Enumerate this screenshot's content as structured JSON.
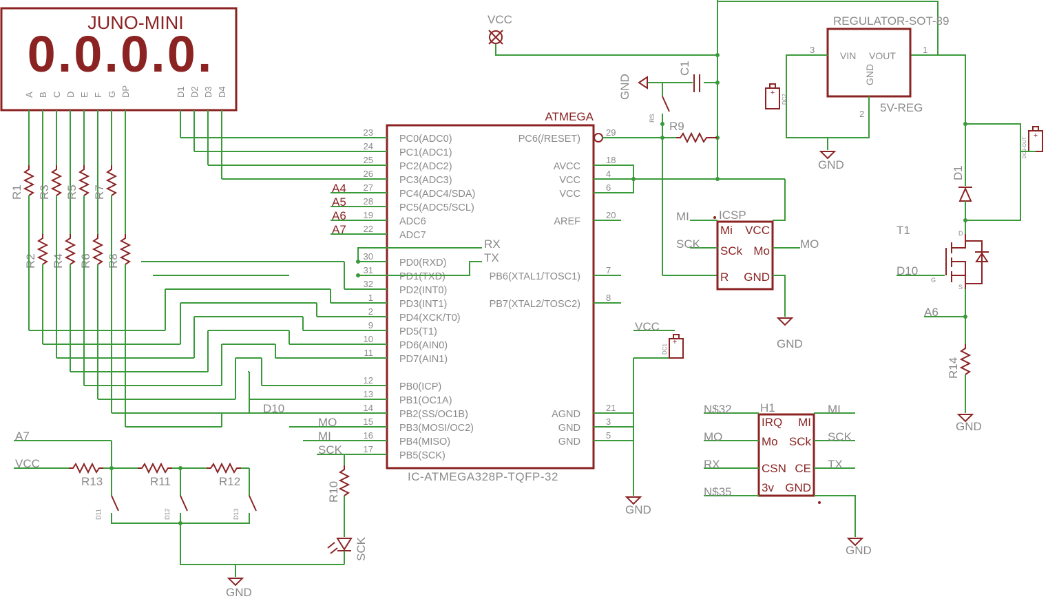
{
  "display": {
    "title": "JUNO-MINI",
    "digits": "0.0.0.0.",
    "pins": [
      "A",
      "B",
      "C",
      "D",
      "E",
      "F",
      "G",
      "DP",
      "D1",
      "D2",
      "D3",
      "D4"
    ]
  },
  "mcu": {
    "name": "ATMEGA",
    "value": "IC-ATMEGA328P-TQFP-32",
    "left_pins": [
      {
        "num": "23",
        "name": "PC0(ADC0)"
      },
      {
        "num": "24",
        "name": "PC1(ADC1)"
      },
      {
        "num": "25",
        "name": "PC2(ADC2)"
      },
      {
        "num": "26",
        "name": "PC3(ADC3)"
      },
      {
        "num": "27",
        "name": "PC4(ADC4/SDA)"
      },
      {
        "num": "28",
        "name": "PC5(ADC5/SCL)"
      },
      {
        "num": "19",
        "name": "ADC6"
      },
      {
        "num": "22",
        "name": "ADC7"
      },
      {
        "num": "30",
        "name": "PD0(RXD)"
      },
      {
        "num": "31",
        "name": "PD1(TXD)"
      },
      {
        "num": "32",
        "name": "PD2(INT0)"
      },
      {
        "num": "1",
        "name": "PD3(INT1)"
      },
      {
        "num": "2",
        "name": "PD4(XCK/T0)"
      },
      {
        "num": "9",
        "name": "PD5(T1)"
      },
      {
        "num": "10",
        "name": "PD6(AIN0)"
      },
      {
        "num": "11",
        "name": "PD7(AIN1)"
      },
      {
        "num": "12",
        "name": "PB0(ICP)"
      },
      {
        "num": "13",
        "name": "PB1(OC1A)"
      },
      {
        "num": "14",
        "name": "PB2(SS/OC1B)"
      },
      {
        "num": "15",
        "name": "PB3(MOSI/OC2)"
      },
      {
        "num": "16",
        "name": "PB4(MISO)"
      },
      {
        "num": "17",
        "name": "PB5(SCK)"
      }
    ],
    "right_pins": [
      {
        "num": "29",
        "name": "PC6(/RESET)"
      },
      {
        "num": "18",
        "name": "AVCC"
      },
      {
        "num": "4",
        "name": "VCC"
      },
      {
        "num": "6",
        "name": "VCC"
      },
      {
        "num": "20",
        "name": "AREF"
      },
      {
        "num": "7",
        "name": "PB6(XTAL1/TOSC1)"
      },
      {
        "num": "8",
        "name": "PB7(XTAL2/TOSC2)"
      },
      {
        "num": "21",
        "name": "AGND"
      },
      {
        "num": "3",
        "name": "GND"
      },
      {
        "num": "5",
        "name": "GND"
      }
    ]
  },
  "nets": {
    "a4": "A4",
    "a5": "A5",
    "a6": "A6",
    "a7": "A7",
    "rx": "RX",
    "tx": "TX",
    "d10": "D10",
    "mo": "MO",
    "mi": "MI",
    "sck": "SCK",
    "vcc": "VCC",
    "gnd": "GND",
    "n32": "N$32",
    "n35": "N$35"
  },
  "resistors": [
    "R1",
    "R2",
    "R3",
    "R4",
    "R5",
    "R6",
    "R7",
    "R8",
    "R9",
    "R10",
    "R11",
    "R12",
    "R13",
    "R14"
  ],
  "buttons": {
    "reset": "RS",
    "d11": "D11",
    "d12": "D12",
    "d13": "D13"
  },
  "capacitor": "C1",
  "icsp": {
    "name": "ICSP",
    "pins": [
      "Mi",
      "VCC",
      "SCk",
      "Mo",
      "R",
      "GND"
    ]
  },
  "regulator": {
    "name": "REGULATOR-SOT-89",
    "value": "5V-REG",
    "pins": [
      "VIN",
      "VOUT",
      "GND"
    ],
    "pin_nums": [
      "3",
      "1",
      "2"
    ]
  },
  "radio": {
    "name": "H1",
    "pins": [
      "IRQ",
      "MI",
      "Mo",
      "SCk",
      "CSN",
      "CE",
      "3v",
      "GND"
    ]
  },
  "transistor": {
    "name": "T1",
    "pins": [
      "D",
      "G",
      "S"
    ]
  },
  "diode": "D1",
  "batteries": [
    "DC2",
    "DC1",
    "DC3-OUT"
  ],
  "led": "SCK",
  "colors": {
    "part": "#8b2323",
    "wire": "#3a9a3a",
    "pin_label": "#8a8a8a",
    "background": "#ffffff"
  }
}
